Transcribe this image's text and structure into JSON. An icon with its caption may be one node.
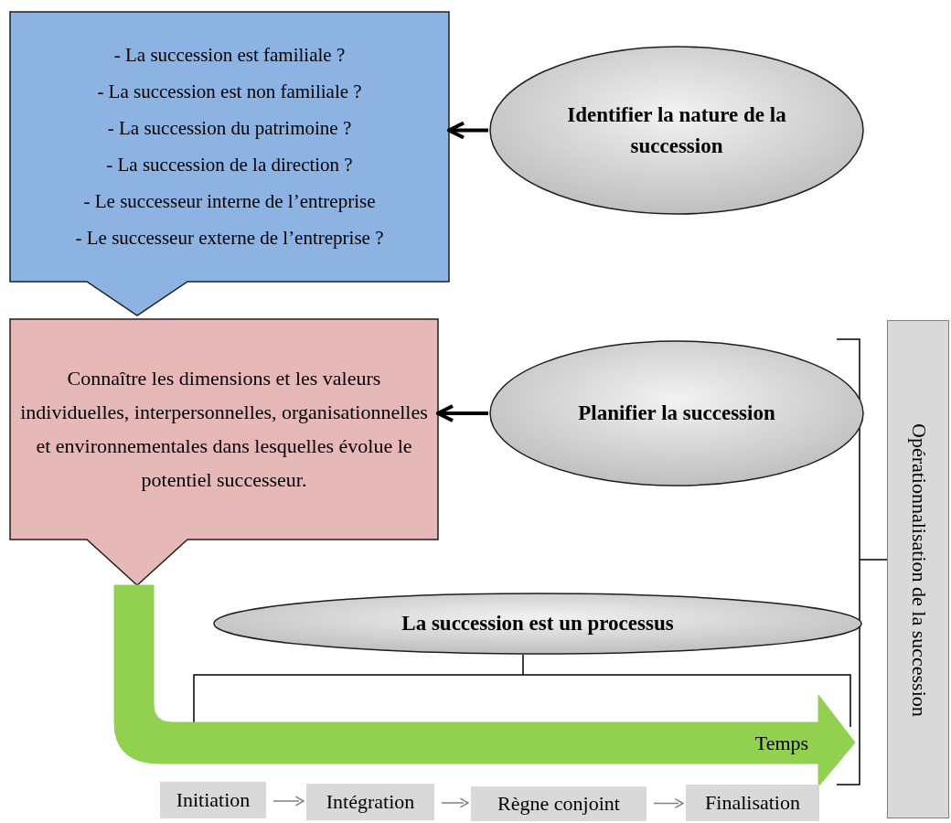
{
  "diagram": {
    "nodes": [
      {
        "text": [
          "- La succession est familiale ?",
          "- La succession  est non familiale ?",
          "- La succession du patrimoine ?",
          "- La succession de la direction ?",
          "- Le successeur interne de l’entreprise",
          "- Le successeur externe de l’entreprise ?"
        ]
      },
      {
        "text": [
          "Identifier la nature de la succession"
        ]
      },
      {
        "text": [
          "Connaître les dimensions et les valeurs individuelles, interpersonnelles, organisationnelles et environnementales dans lesquelles évolue le potentiel successeur."
        ]
      },
      {
        "text": [
          "Planifier la succession"
        ]
      },
      {
        "text": [
          "La succession est un processus"
        ]
      },
      {
        "text": [
          "Temps"
        ]
      },
      {
        "text": [
          "Opérationnalisation de la succession"
        ]
      },
      {
        "text": [
          "Initiation"
        ]
      },
      {
        "text": [
          "Intégration"
        ]
      },
      {
        "text": [
          "Règne conjoint"
        ]
      },
      {
        "text": [
          "Finalisation"
        ]
      }
    ],
    "edges": [
      {
        "from": 1,
        "to": 0,
        "arrow": "to",
        "style": "thick",
        "color": "#000000"
      },
      {
        "from": 3,
        "to": 2,
        "arrow": "to",
        "style": "thick",
        "color": "#000000"
      },
      {
        "from": 7,
        "to": 8,
        "arrow": "to"
      },
      {
        "from": 8,
        "to": 9,
        "arrow": "to"
      },
      {
        "from": 9,
        "to": 10,
        "arrow": "to"
      }
    ]
  }
}
